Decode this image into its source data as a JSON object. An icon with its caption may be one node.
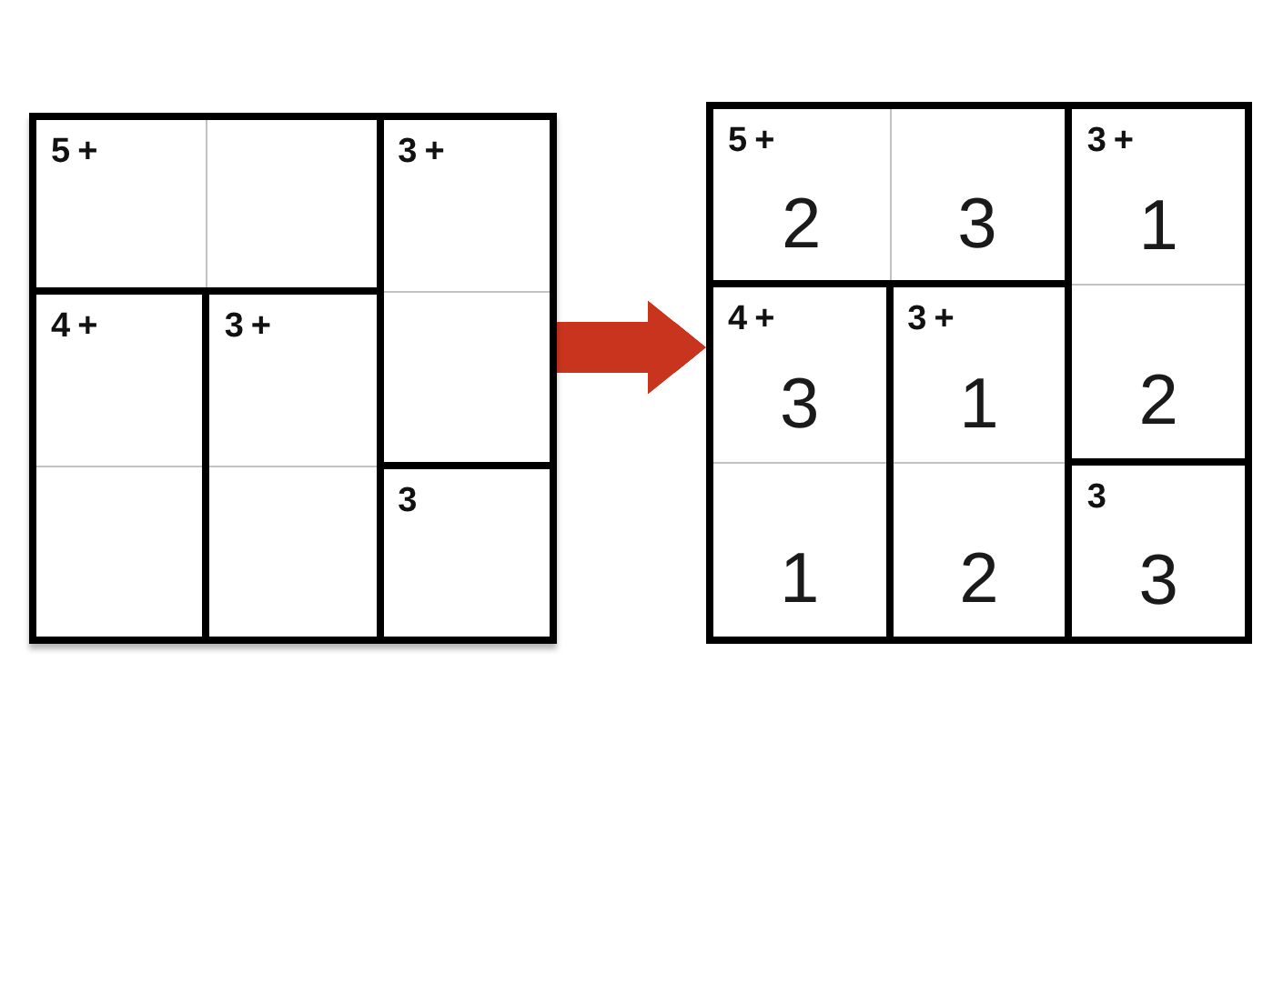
{
  "diagram": {
    "nodes": [
      {
        "text": [],
        "shape": "box"
      },
      {
        "text": [
          "5+"
        ],
        "in": 0
      },
      {
        "text": [
          "3+"
        ],
        "in": 0
      },
      {
        "text": [
          "4+"
        ],
        "in": 0
      },
      {
        "text": [
          "3+"
        ],
        "in": 0
      },
      {
        "text": [
          "3"
        ],
        "in": 0
      },
      {
        "text": [],
        "shape": "box"
      },
      {
        "text": [
          "5+",
          "2",
          "3"
        ],
        "in": 6
      },
      {
        "text": [
          "3+",
          "1",
          "2"
        ],
        "in": 6
      },
      {
        "text": [
          "4+",
          "3",
          "1"
        ],
        "in": 6
      },
      {
        "text": [
          "3+",
          "1",
          "2"
        ],
        "in": 6
      },
      {
        "text": [
          "3",
          "3"
        ],
        "in": 6
      }
    ],
    "edges": [
      {
        "from": 0,
        "to": 6,
        "arrow": "to",
        "color": "#c9341f"
      }
    ]
  }
}
